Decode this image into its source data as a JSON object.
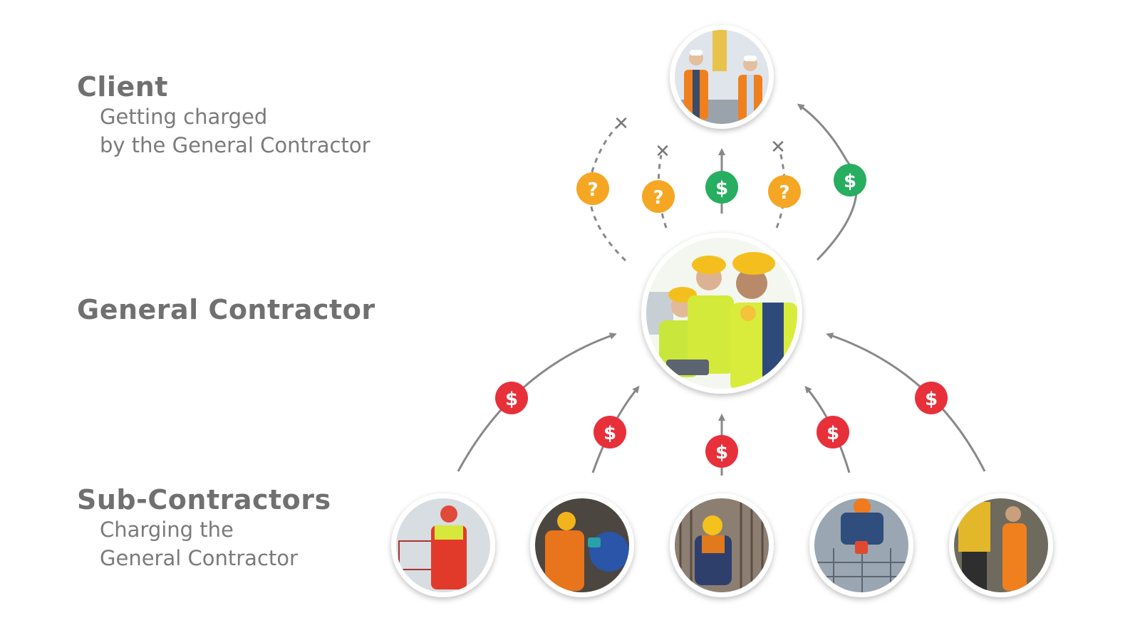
{
  "tiers": {
    "client": {
      "title": "Client",
      "subtitle_line1": "Getting charged",
      "subtitle_line2": "by the General Contractor"
    },
    "general_contractor": {
      "title": "General Contractor"
    },
    "sub_contractors": {
      "title": "Sub-Contractors",
      "subtitle_line1": "Charging the",
      "subtitle_line2": "General Contractor"
    }
  },
  "badges": {
    "dollar": "$",
    "question": "?",
    "blocked": "✕"
  },
  "colors": {
    "dollar_paid_to_client": "#27ae60",
    "dollar_from_subs": "#e8303a",
    "question": "#f5a623",
    "arrow": "#888888",
    "blocked": "#777777"
  },
  "flows": {
    "sub_to_gc_count": 5,
    "gc_to_client_paid": 2,
    "gc_to_client_unknown": 3
  }
}
